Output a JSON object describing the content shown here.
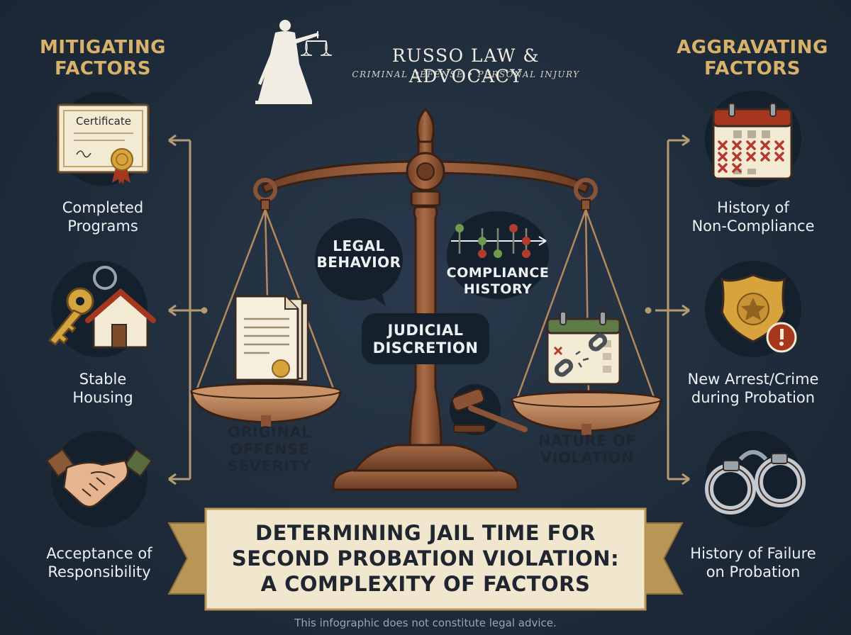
{
  "brand": {
    "name": "RUSSO LAW & ADVOCACY",
    "tagline": "CRIMINAL DEFENSE • PERSONAL INJURY"
  },
  "mitigating": {
    "heading_line1": "MITIGATING",
    "heading_line2": "FACTORS",
    "items": [
      {
        "line1": "Completed",
        "line2": "Programs",
        "icon": "certificate-icon"
      },
      {
        "line1": "Stable",
        "line2": "Housing",
        "icon": "key-house-icon"
      },
      {
        "line1": "Acceptance of",
        "line2": "Responsibility",
        "icon": "handshake-icon"
      }
    ],
    "certificate_text": "Certificate"
  },
  "aggravating": {
    "heading_line1": "AGGRAVATING",
    "heading_line2": "FACTORS",
    "items": [
      {
        "line1": "History of",
        "line2": "Non-Compliance",
        "icon": "calendar-x-icon"
      },
      {
        "line1": "New Arrest/Crime",
        "line2": "during Probation",
        "icon": "police-badge-icon"
      },
      {
        "line1": "History of Failure",
        "line2": "on Probation",
        "icon": "handcuffs-icon"
      }
    ]
  },
  "center": {
    "legal_behavior": {
      "line1": "LEGAL",
      "line2": "BEHAVIOR"
    },
    "compliance_history": {
      "line1": "COMPLIANCE",
      "line2": "HISTORY"
    },
    "judicial_discretion": {
      "line1": "JUDICIAL",
      "line2": "DISCRETION"
    },
    "original_offense": {
      "line1": "ORIGINAL",
      "line2": "OFFENSE",
      "line3": "SEVERITY"
    },
    "nature_of_violation": {
      "line1": "NATURE OF",
      "line2": "VIOLATION"
    }
  },
  "banner": {
    "line1": "DETERMINING JAIL TIME FOR",
    "line2": "SECOND PROBATION VIOLATION:",
    "line3": "A COMPLEXITY OF FACTORS"
  },
  "disclaimer": "This infographic does not constitute legal advice.",
  "colors": {
    "background": "#1f2c3b",
    "gold": "#d8b26a",
    "bronze": "#8a5335",
    "cream": "#f3ead3",
    "circle": "#14202c"
  }
}
